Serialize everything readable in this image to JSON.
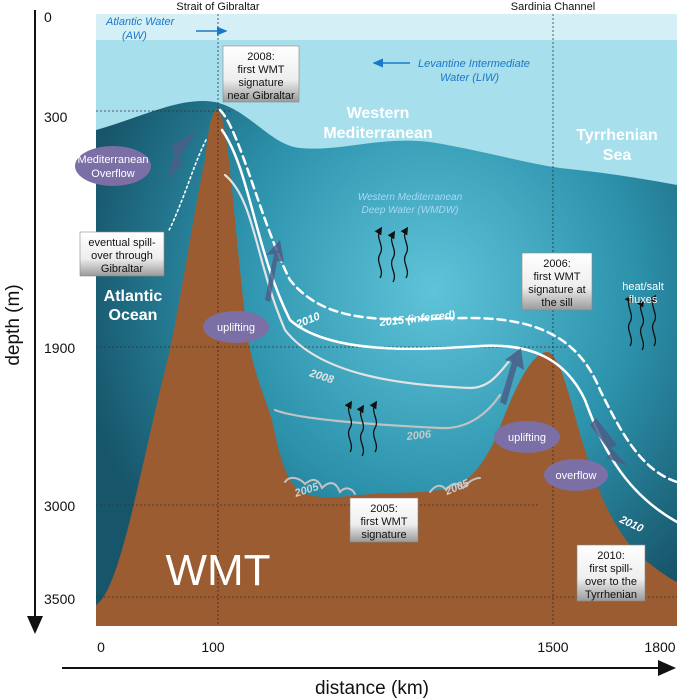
{
  "top_labels": {
    "gibraltar": "Strait of Gibraltar",
    "sardinia": "Sardinia Channel"
  },
  "axes": {
    "y_title": "depth (m)",
    "x_title": "distance (km)",
    "y_ticks": [
      "0",
      "300",
      "1900",
      "3000",
      "3500"
    ],
    "x_ticks": [
      "0",
      "100",
      "1500",
      "1800"
    ]
  },
  "water_masses": {
    "aw": [
      "Atlantic Water",
      "(AW)"
    ],
    "liw": [
      "Levantine Intermediate",
      "Water (LIW)"
    ],
    "wmdw": [
      "Western Mediterranean",
      "Deep Water (WMDW)"
    ]
  },
  "regions": {
    "western_med": [
      "Western",
      "Mediterranean"
    ],
    "tyrrhenian": [
      "Tyrrhenian",
      "Sea"
    ],
    "atlantic": [
      "Atlantic",
      "Ocean"
    ],
    "wmt": "WMT"
  },
  "ellipses": {
    "med_overflow": [
      "Mediterranean",
      "Overflow"
    ],
    "uplifting_left": "uplifting",
    "uplifting_right": "uplifting",
    "overflow": "overflow"
  },
  "boxes": {
    "b2008": [
      "2008:",
      "first WMT",
      "signature",
      "near Gibraltar"
    ],
    "spill": [
      "eventual spill-",
      "over through",
      "Gibraltar"
    ],
    "b2006": [
      "2006:",
      "first WMT",
      "signature at",
      "the sill"
    ],
    "b2005": [
      "2005:",
      "first WMT",
      "signature"
    ],
    "b2010": [
      "2010:",
      "first spill-",
      "over to the",
      "Tyrrhenian"
    ]
  },
  "fluxes": [
    "heat/salt",
    "fluxes"
  ],
  "line_labels": {
    "l2005a": "2005",
    "l2005b": "2005",
    "l2006": "2006",
    "l2008": "2008",
    "l2010a": "2010",
    "l2010b": "2010",
    "l2015": "2015 (inferred)"
  },
  "colors": {
    "sediment": "#9a5c30",
    "deep_water": "#1d6d86",
    "surface_water": "#a7dfec",
    "ellipse": "#7b6fa6"
  }
}
